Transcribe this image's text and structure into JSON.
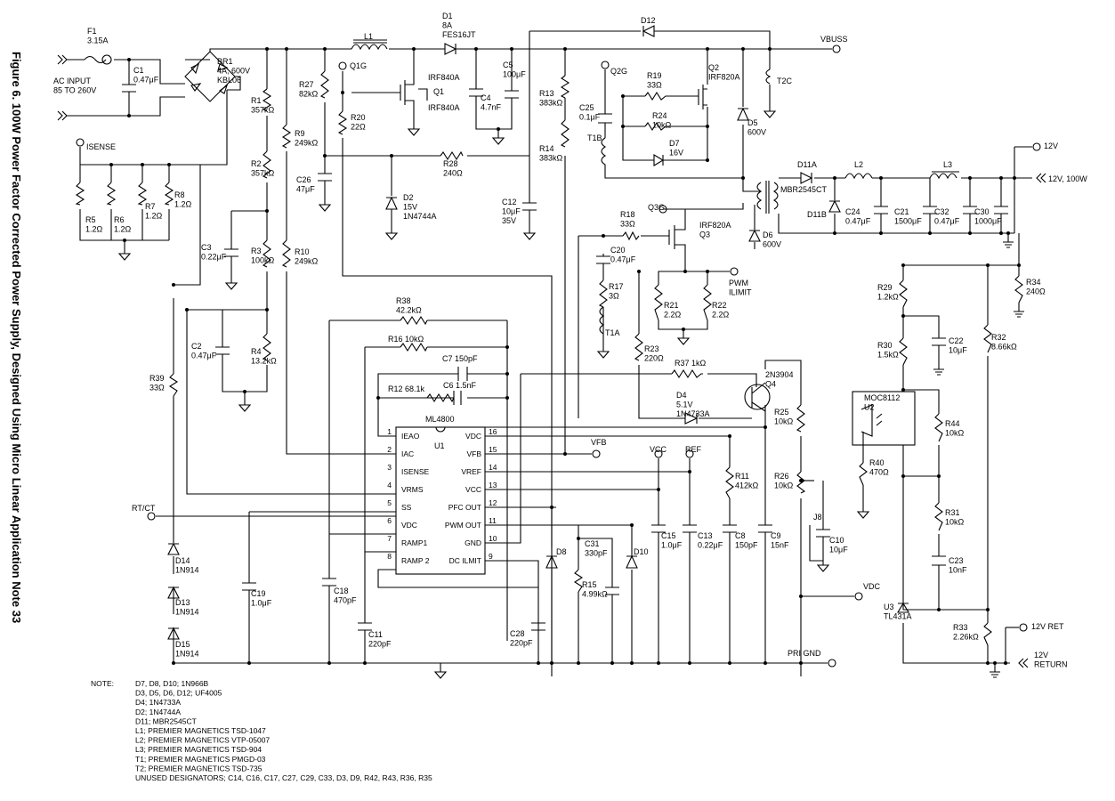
{
  "figure_title": "Figure 6. 100W Power Factor Corrected Power Supply, Designed Using Micro Linear Application Note 33",
  "ic": {
    "name": "ML4800",
    "ref": "U1",
    "pins_left": [
      {
        "num": "1",
        "name": "IEAO"
      },
      {
        "num": "2",
        "name": "IAC"
      },
      {
        "num": "3",
        "name": "ISENSE"
      },
      {
        "num": "4",
        "name": "VRMS"
      },
      {
        "num": "5",
        "name": "SS"
      },
      {
        "num": "6",
        "name": "VDC"
      },
      {
        "num": "7",
        "name": "RAMP1"
      },
      {
        "num": "8",
        "name": "RAMP 2"
      }
    ],
    "pins_right": [
      {
        "num": "16",
        "name": "VDC"
      },
      {
        "num": "15",
        "name": "VFB"
      },
      {
        "num": "14",
        "name": "VREF"
      },
      {
        "num": "13",
        "name": "VCC"
      },
      {
        "num": "12",
        "name": "PFC OUT"
      },
      {
        "num": "11",
        "name": "PWM OUT"
      },
      {
        "num": "10",
        "name": "GND"
      },
      {
        "num": "9",
        "name": "DC ILMIT"
      }
    ]
  },
  "ports": {
    "ac_input": "AC INPUT\n85 TO 260V",
    "isense": "ISENSE",
    "rtct": "RT/CT",
    "q1g": "Q1G",
    "q2g": "Q2G",
    "q3g": "Q3G",
    "vbuss": "VBUSS",
    "out_12v": "12V",
    "out_12v_100w": "12V, 100W",
    "pwm_ilimit": "PWM\nILIMIT",
    "vfb": "VFB",
    "vcc": "VCC",
    "ref": "REF",
    "vdc": "VDC",
    "pri_gnd": "PRI GND",
    "ret_12v": "12V RET",
    "return_12v": "12V\nRETURN"
  },
  "components": {
    "F1": "F1\n3.15A",
    "BR1": "BR1\n4A, 600V\nKBL06",
    "C1": "C1\n0.47μF",
    "L1": "L1",
    "D1": "D1\n8A\nFES16JT",
    "Q1": "Q1",
    "Q1_part_a": "IRF840A",
    "Q1_part_b": "IRF840A",
    "C5": "C5\n100μF",
    "C4": "C4\n4.7nF",
    "D12": "D12",
    "T2C": "T2C",
    "R1": "R1\n357kΩ",
    "R2": "R2\n357kΩ",
    "R3": "R3\n100kΩ",
    "R4": "R4\n13.2kΩ",
    "C3": "C3\n0.22μF",
    "C2": "C2\n0.47μF",
    "R5": "R5\n1.2Ω",
    "R6": "R6\n1.2Ω",
    "R7": "R7\n1.2Ω",
    "R8": "R8\n1.2Ω",
    "R9": "R9\n249kΩ",
    "R10": "R10\n249kΩ",
    "R27": "R27\n82kΩ",
    "R20": "R20\n22Ω",
    "C26": "C26\n47μF",
    "D2": "D2\n15V\n1N4744A",
    "R28": "R28\n240Ω",
    "R13": "R13\n383kΩ",
    "R14": "R14\n383kΩ",
    "C12": "C12\n10μF\n35V",
    "C25": "C25\n0.1μF",
    "T1B": "T1B",
    "R19": "R19\n33Ω",
    "R24": "R24\n10kΩ",
    "D7": "D7\n16V",
    "Q2": "Q2\nIRF820A",
    "D5": "D5\n600V",
    "D11A": "D11A",
    "D11_part": "MBR2545CT",
    "D11B": "D11B",
    "L2": "L2",
    "L3": "L3",
    "C24": "C24\n0.47μF",
    "C21": "C21\n1500μF",
    "C32": "C32\n0.47μF",
    "C30": "C30\n1000μF",
    "R18": "R18\n33Ω",
    "Q3": "IRF820A\nQ3",
    "D6": "D6\n600V",
    "C20": "C20\n0.47μF",
    "R17": "R17\n3Ω",
    "T1A": "T1A",
    "R21": "R21\n2.2Ω",
    "R22": "R22\n2.2Ω",
    "R23": "R23\n220Ω",
    "R37": "R37 1kΩ",
    "Q4": "2N3904\nQ4",
    "D4": "D4\n5.1V\n1N4733A",
    "R25": "R25\n10kΩ",
    "R26": "R26\n10kΩ",
    "J8": "J8",
    "C10": "C10\n10μF",
    "R38": "R38\n42.2kΩ",
    "R16": "R16  10kΩ",
    "C7": "C7  150pF",
    "R12": "R12  68.1k",
    "C6": "C6  1.5nF",
    "R39": "R39\n33Ω",
    "D14": "D14\n1N914",
    "D13": "D13\n1N914",
    "D15": "D15\n1N914",
    "C19": "C19\n1.0μF",
    "C18": "C18\n470pF",
    "C11": "C11\n220pF",
    "C28": "C28\n220pF",
    "D8": "D8",
    "C31": "C31\n330pF",
    "R15": "R15\n4.99kΩ",
    "D10": "D10",
    "C15": "C15\n1.0μF",
    "C13": "C13\n0.22μF",
    "R11": "R11\n412kΩ",
    "C8": "C8\n150pF",
    "C9": "C9\n15nF",
    "R34": "R34\n240Ω",
    "R29": "R29\n1.2kΩ",
    "R30": "R30\n1.5kΩ",
    "C22": "C22\n10μF",
    "R32": "R32\n8.66kΩ",
    "U2": "MOC8112\nU2",
    "R44": "R44\n10kΩ",
    "R40": "R40\n470Ω",
    "R31": "R31\n10kΩ",
    "C23": "C23\n10nF",
    "U3": "U3\nTL431A",
    "R33": "R33\n2.26kΩ"
  },
  "notes": [
    "NOTE:",
    "D7, D8, D10; 1N966B",
    "D3, D5, D6, D12; UF4005",
    "D4; 1N4733A",
    "D2; 1N4744A",
    "D11; MBR2545CT",
    "L1; PREMIER MAGNETICS  TSD-1047",
    "L2; PREMIER MAGNETICS  VTP-05007",
    "L3; PREMIER MAGNETICS  TSD-904",
    "T1; PREMIER MAGNETICS  PMGD-03",
    "T2; PREMIER MAGNETICS  TSD-735",
    "UNUSED DESIGNATORS; C14, C16, C17, C27, C29, C33, D3, D9, R42, R43, R36, R35"
  ]
}
